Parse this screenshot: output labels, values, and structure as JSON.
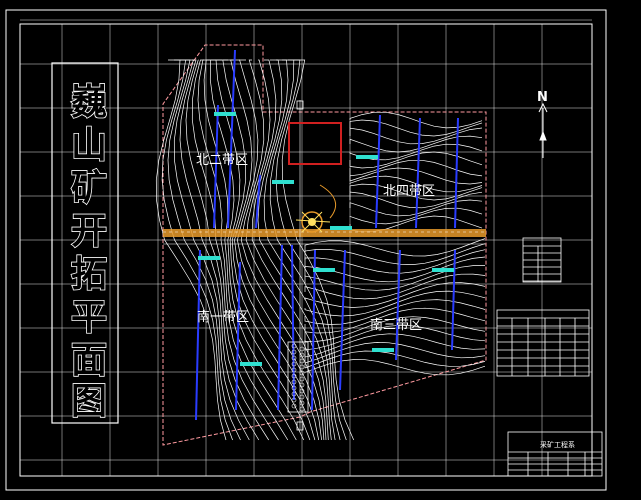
{
  "drawing": {
    "title_chars": [
      "巍",
      "山",
      "矿",
      "开",
      "拓",
      "平",
      "面",
      "图"
    ],
    "north_label": "N",
    "zones": {
      "north_2": "北二带区",
      "north_4": "北四带区",
      "south_1": "南一带区",
      "south_3": "南三带区"
    },
    "title_block_text": "采矿工程系"
  },
  "colors": {
    "background": "#000000",
    "frame": "#ffffff",
    "contour": "#ffffff",
    "fault": "#2a3cff",
    "boundary_red": "#d02020",
    "boundary_pink": "#ff9aa0",
    "roadway": "#e89a2a",
    "label_tag": "#2fe0d0",
    "grid": "#ffffff"
  }
}
